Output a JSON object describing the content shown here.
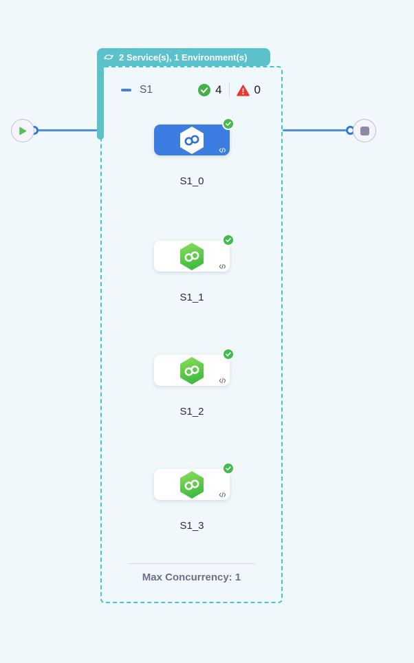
{
  "group_badge": {
    "label": "2 Service(s), 1 Environment(s)",
    "icon": "loop-icon"
  },
  "stage": {
    "name": "S1",
    "success_count": "4",
    "error_count": "0",
    "footer_label": "Max Concurrency: 1"
  },
  "nodes": [
    {
      "label": "S1_0",
      "status": "success",
      "selected": true
    },
    {
      "label": "S1_1",
      "status": "success",
      "selected": false
    },
    {
      "label": "S1_2",
      "status": "success",
      "selected": false
    },
    {
      "label": "S1_3",
      "status": "success",
      "selected": false
    }
  ],
  "icons": {
    "loop": "loop-icon",
    "collapse": "minus-icon",
    "success": "check-circle-icon",
    "error": "warning-triangle-icon",
    "start": "play-icon",
    "end": "stop-icon",
    "service": "hexagon-infinity-icon",
    "code": "code-brackets-icon"
  },
  "colors": {
    "canvas_background": "#F0F8FB",
    "accent_teal": "#5BC2CC",
    "dashed_border_teal": "#3CC8D4",
    "link_blue": "#4D8FE6",
    "port_blue": "#2D77E0",
    "selected_node_blue": "#3D7CE0",
    "success_green": "#3FBE4D",
    "error_red": "#E33A2E",
    "hexagon_green_top": "#8CDE57",
    "hexagon_green_bottom": "#3FBC3F"
  }
}
